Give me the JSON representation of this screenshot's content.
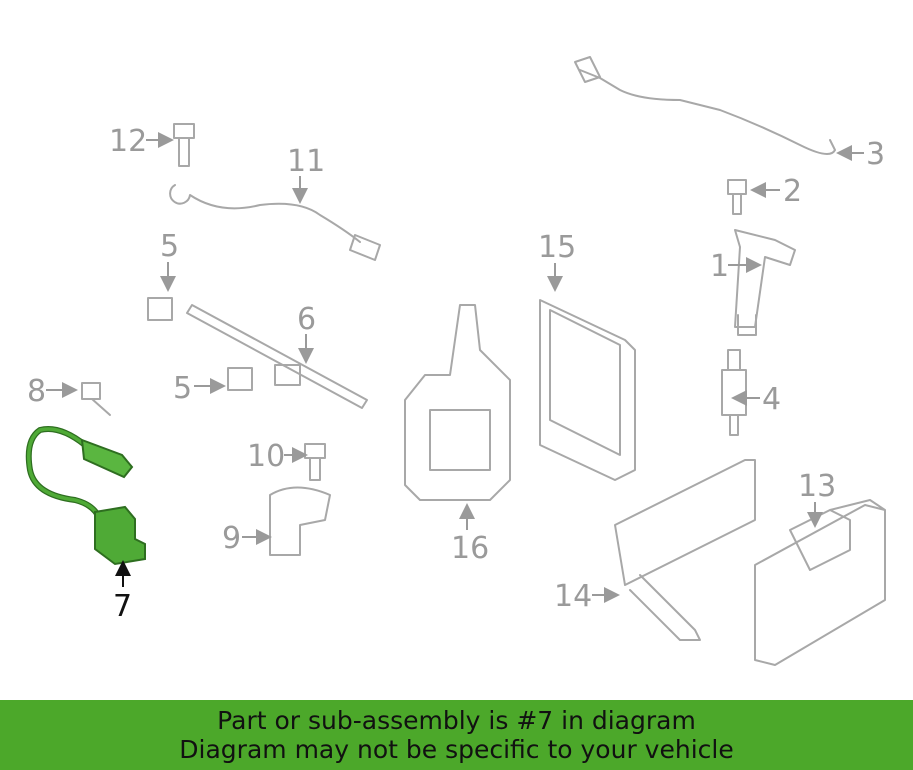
{
  "diagram": {
    "selected_part": "7",
    "callouts": [
      "1",
      "2",
      "3",
      "4",
      "5",
      "5",
      "6",
      "7",
      "8",
      "9",
      "10",
      "11",
      "12",
      "13",
      "14",
      "15",
      "16"
    ],
    "colors": {
      "selected_part": "#3f9a2c",
      "other_parts": "#a8a8a8",
      "banner": "#4ca82a"
    }
  },
  "banner": {
    "line1": "Part or sub-assembly is #7 in diagram",
    "line2": "Diagram may not be specific to your vehicle"
  }
}
